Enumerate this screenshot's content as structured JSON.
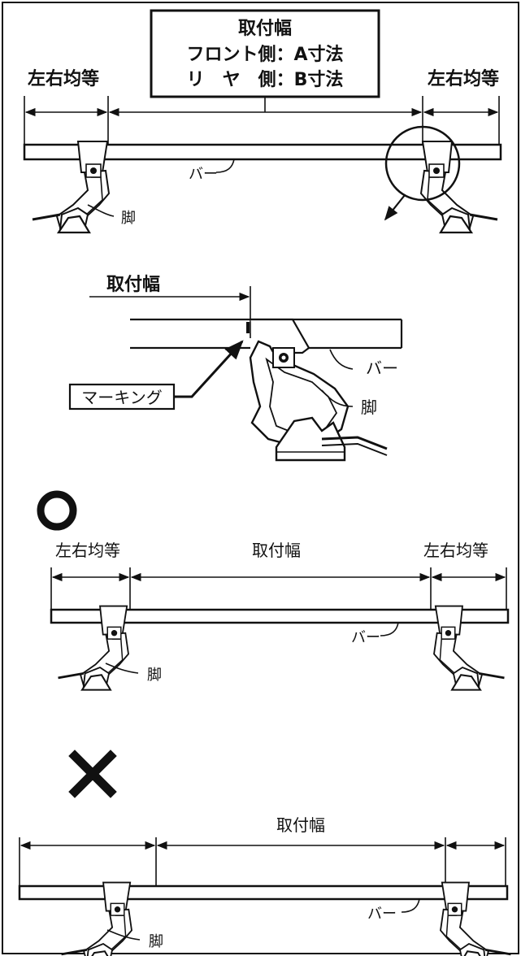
{
  "labels": {
    "mount_width": "取付幅",
    "front_side": "フロント側：A寸法",
    "rear_side": "リ　ヤ　側：B寸法",
    "equal_lr": "左右均等",
    "bar": "バー",
    "foot": "脚",
    "marking": "マーキング"
  },
  "marks": {
    "correct": "correct-circle",
    "incorrect": "incorrect-cross"
  },
  "colors": {
    "ink": "#111111",
    "background": "#ffffff"
  }
}
